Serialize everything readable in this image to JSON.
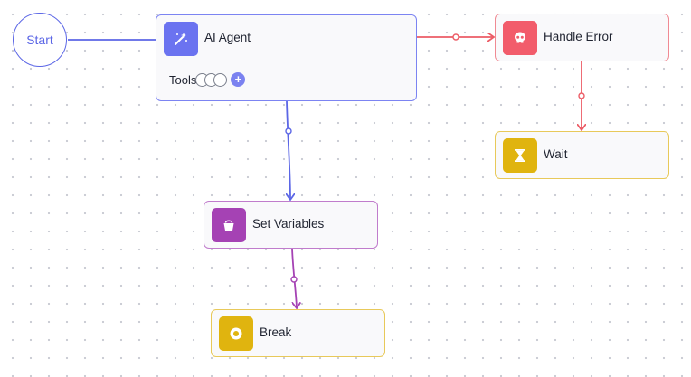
{
  "start": {
    "label": "Start"
  },
  "nodes": {
    "ai_agent": {
      "label": "AI Agent",
      "icon": "magic-wand-icon",
      "color": "#6b73f0",
      "border": "#7c84f2"
    },
    "handle_error": {
      "label": "Handle Error",
      "icon": "skull-icon",
      "color": "#f25c6b",
      "border": "#f08a93"
    },
    "wait": {
      "label": "Wait",
      "icon": "hourglass-icon",
      "color": "#e0b40f",
      "border": "#e8c95a"
    },
    "set_variables": {
      "label": "Set Variables",
      "icon": "bucket-icon",
      "color": "#a542b4",
      "border": "#c07ccc"
    },
    "break": {
      "label": "Break",
      "icon": "stop-circle-icon",
      "color": "#e0b40f",
      "border": "#e8c95a"
    }
  },
  "tools": {
    "label": "Tools",
    "add_icon": "plus-icon"
  },
  "edge_colors": {
    "primary": "#5b66e6",
    "error": "#ec5c66",
    "variables": "#a542b4"
  }
}
